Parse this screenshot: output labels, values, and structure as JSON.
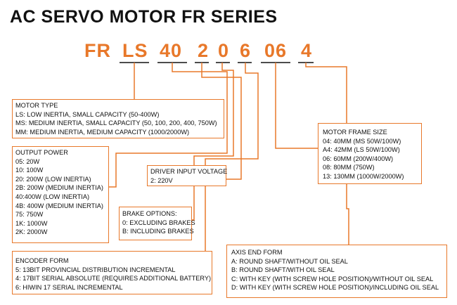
{
  "title": "AC SERVO MOTOR FR SERIES",
  "code_segments": [
    "FR",
    "LS",
    "40",
    "2",
    "0",
    "6",
    "06",
    "4"
  ],
  "accent_color": "#e8782a",
  "motor_type": {
    "heading": "MOTOR TYPE",
    "items": [
      "LS: LOW INERTIA, SMALL CAPACITY (50-400W)",
      "MS: MEDIUM INERTIA, SMALL CAPACITY (50, 100, 200, 400, 750W)",
      "MM: MEDIUM INERTIA, MEDIUM CAPACITY (1000/2000W)"
    ]
  },
  "output_power": {
    "heading": "OUTPUT POWER",
    "items": [
      "05: 20W",
      "10: 100W",
      "20: 200W (LOW INERTIA)",
      "2B: 200W (MEDIUM INERTIA)",
      "40:400W (LOW INERTIA)",
      "4B: 400W (MEDIUM INERTIA)",
      "75: 750W",
      "1K: 1000W",
      "2K: 2000W"
    ]
  },
  "driver_voltage": {
    "heading": "DRIVER INPUT VOLTAGE",
    "items": [
      "2: 220V"
    ]
  },
  "brake_options": {
    "heading": "BRAKE OPTIONS:",
    "items": [
      "0: EXCLUDING BRAKES",
      "B: INCLUDING BRAKES"
    ]
  },
  "encoder_form": {
    "heading": "ENCODER FORM",
    "items": [
      "5: 13BIT PROVINCIAL DISTRIBUTION INCREMENTAL",
      "4: 17BIT SERIAL ABSOLUTE (REQUIRES ADDITIONAL BATTERY)",
      "6: HIWIN 17 SERIAL INCREMENTAL"
    ]
  },
  "motor_frame_size": {
    "heading": "MOTOR FRAME SIZE",
    "items": [
      "04: 40MM (MS 50W/100W)",
      "A4: 42MM (LS 50W/100W)",
      "06: 60MM (200W/400W)",
      "08: 80MM (750W)",
      "13: 130MM (1000W/2000W)"
    ]
  },
  "axis_end_form": {
    "heading": "AXIS END FORM",
    "items": [
      "A: ROUND SHAFT/WITHOUT OIL SEAL",
      "B: ROUND SHAFT/WITH OIL SEAL",
      "C: WITH KEY (WITH SCREW HOLE POSITION)/WITHOUT OIL SEAL",
      "D: WITH KEY (WITH SCREW HOLE POSITION)/INCLUDING OIL SEAL"
    ]
  }
}
